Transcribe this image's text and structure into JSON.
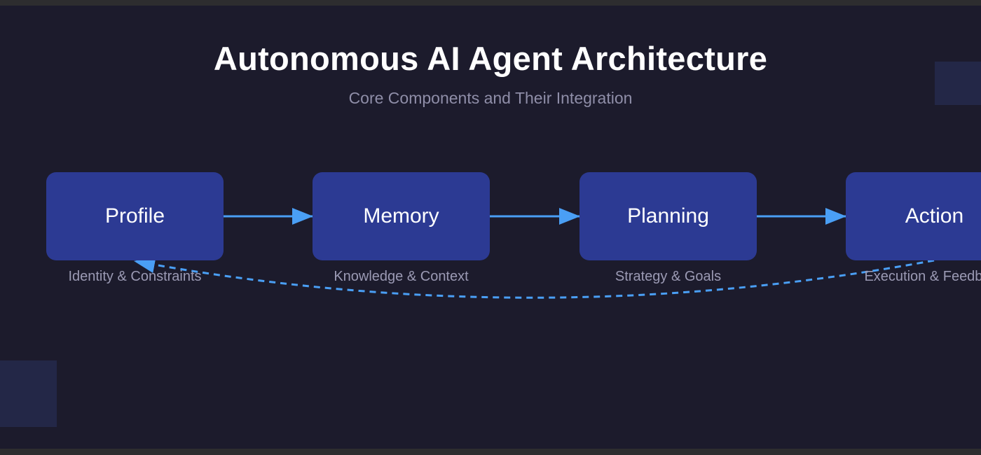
{
  "diagram": {
    "title": "Autonomous AI Agent Architecture",
    "subtitle": "Core Components and Their Integration",
    "nodes": [
      {
        "label": "Profile",
        "caption": "Identity & Constraints"
      },
      {
        "label": "Memory",
        "caption": "Knowledge & Context"
      },
      {
        "label": "Planning",
        "caption": "Strategy & Goals"
      },
      {
        "label": "Action",
        "caption": "Execution & Feedback"
      }
    ]
  },
  "colors": {
    "background": "#1c1b2c",
    "node_fill": "#2c3a93",
    "arrow": "#4a9ff5",
    "title": "#ffffff",
    "subtitle": "#8f8ea8"
  }
}
